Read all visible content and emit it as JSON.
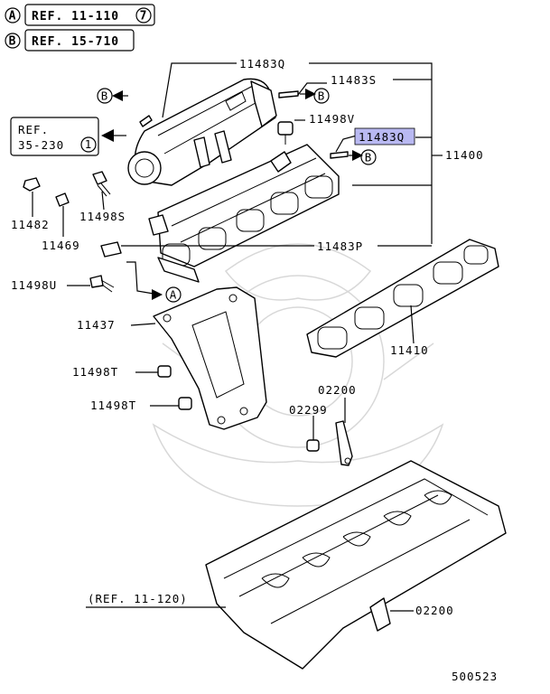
{
  "references": [
    {
      "circle": "A",
      "text": "REF. 11-110",
      "num": "7"
    },
    {
      "circle": "B",
      "text": "REF. 15-710"
    }
  ],
  "ref_block": {
    "line1": "REF.",
    "line2": "35-230",
    "num": "1"
  },
  "ref_cylinder_head": "(REF. 11-120)",
  "arrow_markers": {
    "a": "A",
    "b": "B"
  },
  "part_labels": {
    "p11483Q_top": "11483Q",
    "p11483S": "11483S",
    "p11498V": "11498V",
    "p11483Q_hl": "11483Q",
    "p11400": "11400",
    "p11482": "11482",
    "p11498S": "11498S",
    "p11469": "11469",
    "p11483P": "11483P",
    "p11498U": "11498U",
    "p11437": "11437",
    "p11410": "11410",
    "p11498T_a": "11498T",
    "p11498T_b": "11498T",
    "p02200_top": "02200",
    "p02299": "02299",
    "p02200_bot": "02200"
  },
  "diagram_id": "500523",
  "highlight_color": "#b9b9f2"
}
